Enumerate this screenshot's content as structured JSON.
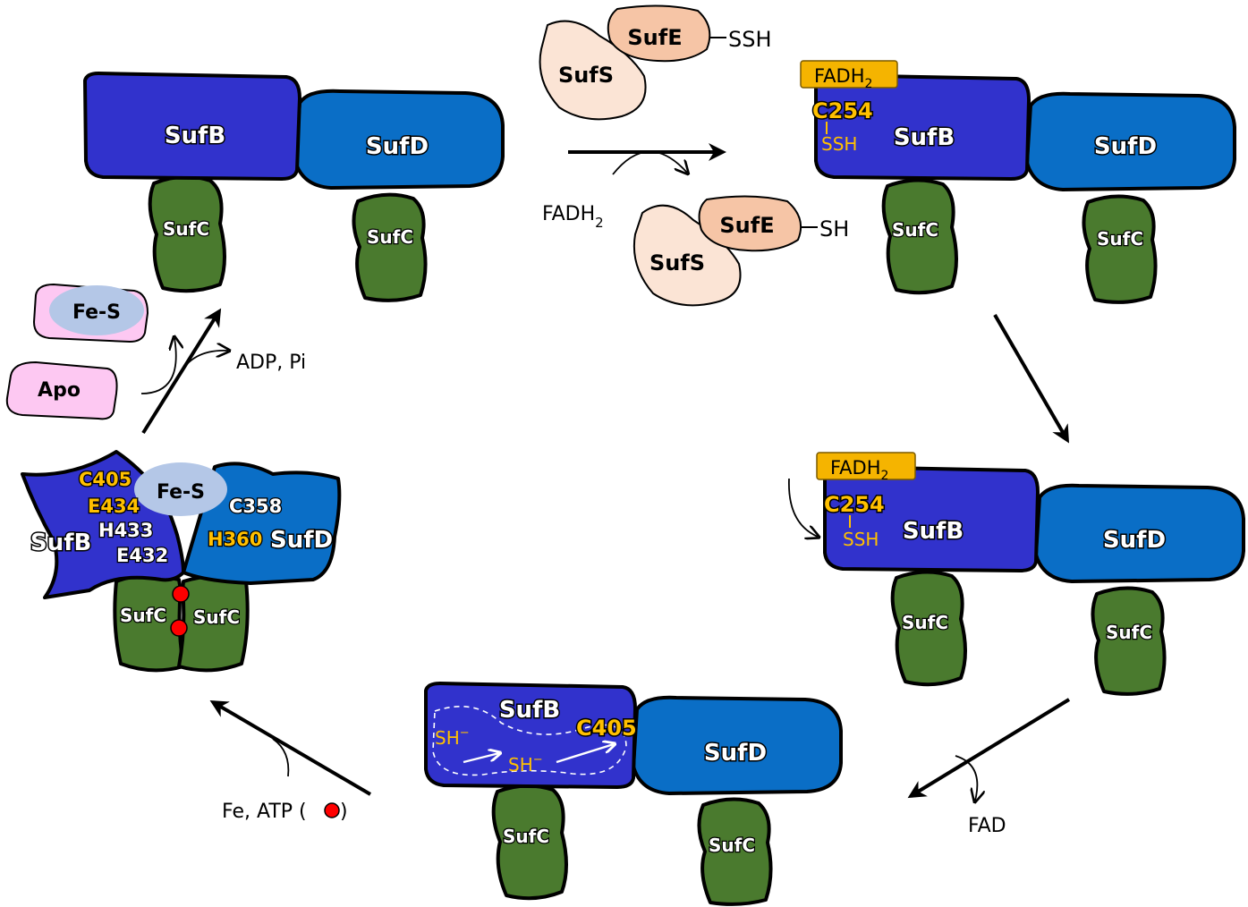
{
  "colors": {
    "sufb": "#3132cc",
    "sufd": "#0a6ec6",
    "sufc": "#4a7a2e",
    "sufs": "#fbe4d5",
    "sufe": "#f6c5a6",
    "fadh2": "#f5b400",
    "residue": "#ffc000",
    "feS": "#b4c7e7",
    "apo": "#fdc8f2",
    "atp": "#ff0000"
  },
  "proteins": {
    "sufb": "SufB",
    "sufd": "SufD",
    "sufc": "SufC",
    "sufs": "SufS",
    "sufe": "SufE"
  },
  "labels": {
    "ssh_tail": "SSH",
    "sh_tail": "SH",
    "fadh2_main": "FADH",
    "fadh2_sub": "2",
    "ssh_small": "SSH",
    "c254": "C254",
    "c405": "C405",
    "e434": "E434",
    "h433": "H433",
    "e432": "E432",
    "c358": "C358",
    "h360": "H360",
    "fes": "Fe-S",
    "apo": "Apo",
    "adp_pi": "ADP, Pi",
    "fe_atp": "Fe, ATP (",
    "fe_atp_close": ")",
    "fad": "FAD",
    "sh_minus": "SH",
    "minus": "−"
  }
}
